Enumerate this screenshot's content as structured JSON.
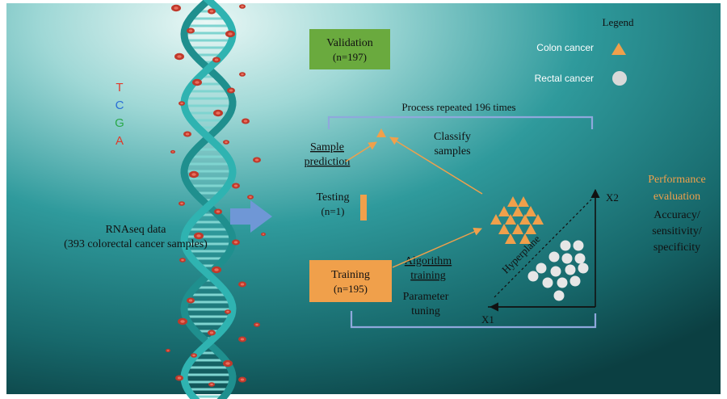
{
  "legend": {
    "title": "Legend",
    "items": [
      {
        "label": "Colon cancer",
        "marker": "triangle",
        "color": "#f0a04b"
      },
      {
        "label": "Rectal cancer",
        "marker": "circle",
        "color": "#d9d9d9"
      }
    ]
  },
  "bases": [
    {
      "letter": "T",
      "color": "#e03a2a"
    },
    {
      "letter": "C",
      "color": "#2a6fd6"
    },
    {
      "letter": "G",
      "color": "#2aa84a"
    },
    {
      "letter": "A",
      "color": "#e03a2a"
    }
  ],
  "input": {
    "line1": "RNAseq data",
    "line2": "(393 colorectal cancer samples)"
  },
  "validation": {
    "line1": "Validation",
    "line2": "(n=197)",
    "color": "#6aaa3e"
  },
  "loop_label": "Process repeated 196 times",
  "testing": {
    "line1": "Testing",
    "line2": "(n=1)"
  },
  "training": {
    "line1": "Training",
    "line2": "(n=195)",
    "color": "#f0a04b"
  },
  "sample_prediction": {
    "line1": "Sample",
    "line2": "prediction"
  },
  "classify": {
    "line1": "Classify",
    "line2": "samples"
  },
  "algorithm_training": {
    "line1": "Algorithm",
    "line2": "training"
  },
  "parameter_tuning": {
    "line1": "Parameter",
    "line2": "tuning"
  },
  "hyperplane_label": "Hyperplane",
  "axes": {
    "x": "X1",
    "y": "X2"
  },
  "performance": {
    "title_line1": "Performance",
    "title_line2": "evaluation",
    "metrics": [
      "Accuracy/",
      "sensitivity/",
      "specificity"
    ]
  },
  "colors": {
    "background_dark": "#0e4a4c",
    "background_light": "#bfe6e3",
    "dna": "#2fb3b1",
    "arrow_blue": "#6f97d6",
    "loop_line": "#8fa8dc",
    "orange": "#f0a04b",
    "performance_text": "#f0a04b"
  }
}
